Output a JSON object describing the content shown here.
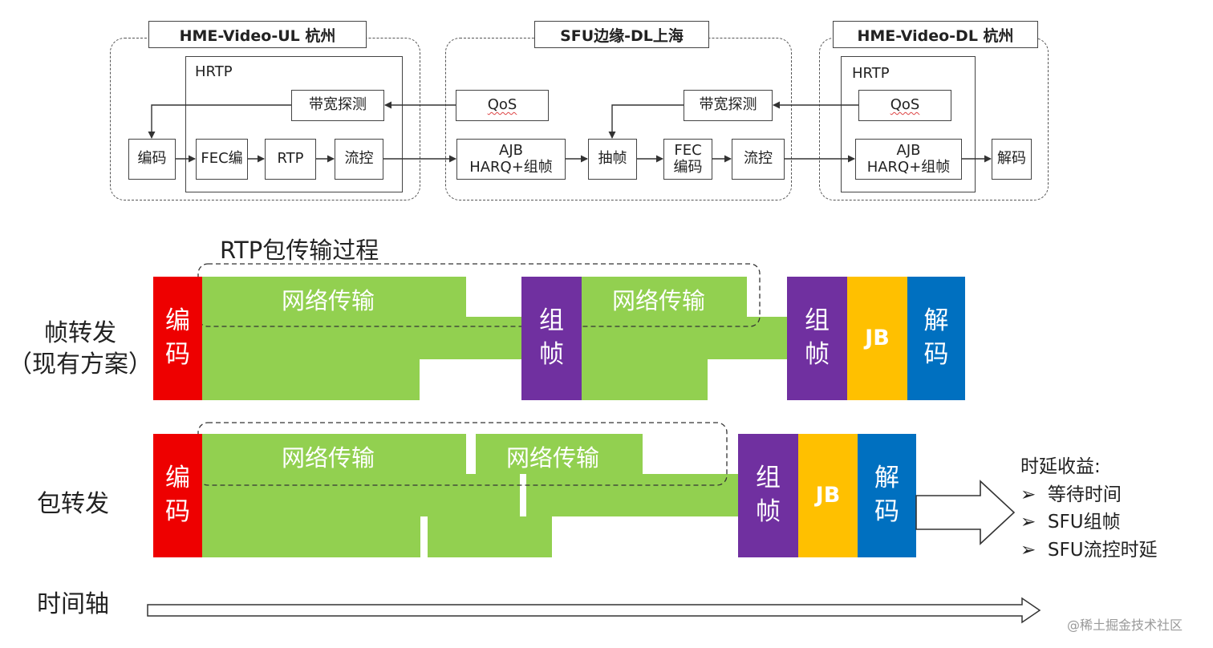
{
  "top": {
    "regions": {
      "ul": "HME-Video-UL 杭州",
      "sfu": "SFU边缘-DL上海",
      "dl": "HME-Video-DL 杭州"
    },
    "ul": {
      "hrtp": "HRTP",
      "bw": "带宽探测",
      "enc": "编码",
      "fec": "FEC编",
      "rtp": "RTP",
      "flow": "流控"
    },
    "sfu": {
      "qos": "QoS",
      "ajb1": "AJB",
      "ajb2": "HARQ+组帧",
      "extract": "抽帧",
      "fec1": "FEC",
      "fec2": "编码",
      "bw": "带宽探测",
      "flow": "流控"
    },
    "dl": {
      "hrtp": "HRTP",
      "qos": "QoS",
      "ajb1": "AJB",
      "ajb2": "HARQ+组帧",
      "dec": "解码"
    }
  },
  "rtp_process": "RTP包传输过程",
  "rows": {
    "frame": {
      "label1": "帧转发",
      "label2": "（现有方案）",
      "enc": "编\n码",
      "net1": "网络传输",
      "assemble1": "组\n帧",
      "net2": "网络传输",
      "assemble2": "组\n帧",
      "jb": "JB",
      "dec": "解\n码"
    },
    "packet": {
      "label": "包转发",
      "enc": "编\n码",
      "net1": "网络传输",
      "net2": "网络传输",
      "assemble": "组\n帧",
      "jb": "JB",
      "dec": "解\n码"
    }
  },
  "gains": {
    "title": "时延收益:",
    "items": [
      "等待时间",
      "SFU组帧",
      "SFU流控时延"
    ]
  },
  "timeline": "时间轴",
  "watermark": "@稀土掘金技术社区",
  "colors": {
    "encode": "#ee0000",
    "network": "#92d050",
    "assemble": "#7030a0",
    "jb": "#ffc000",
    "decode": "#0070c0"
  }
}
